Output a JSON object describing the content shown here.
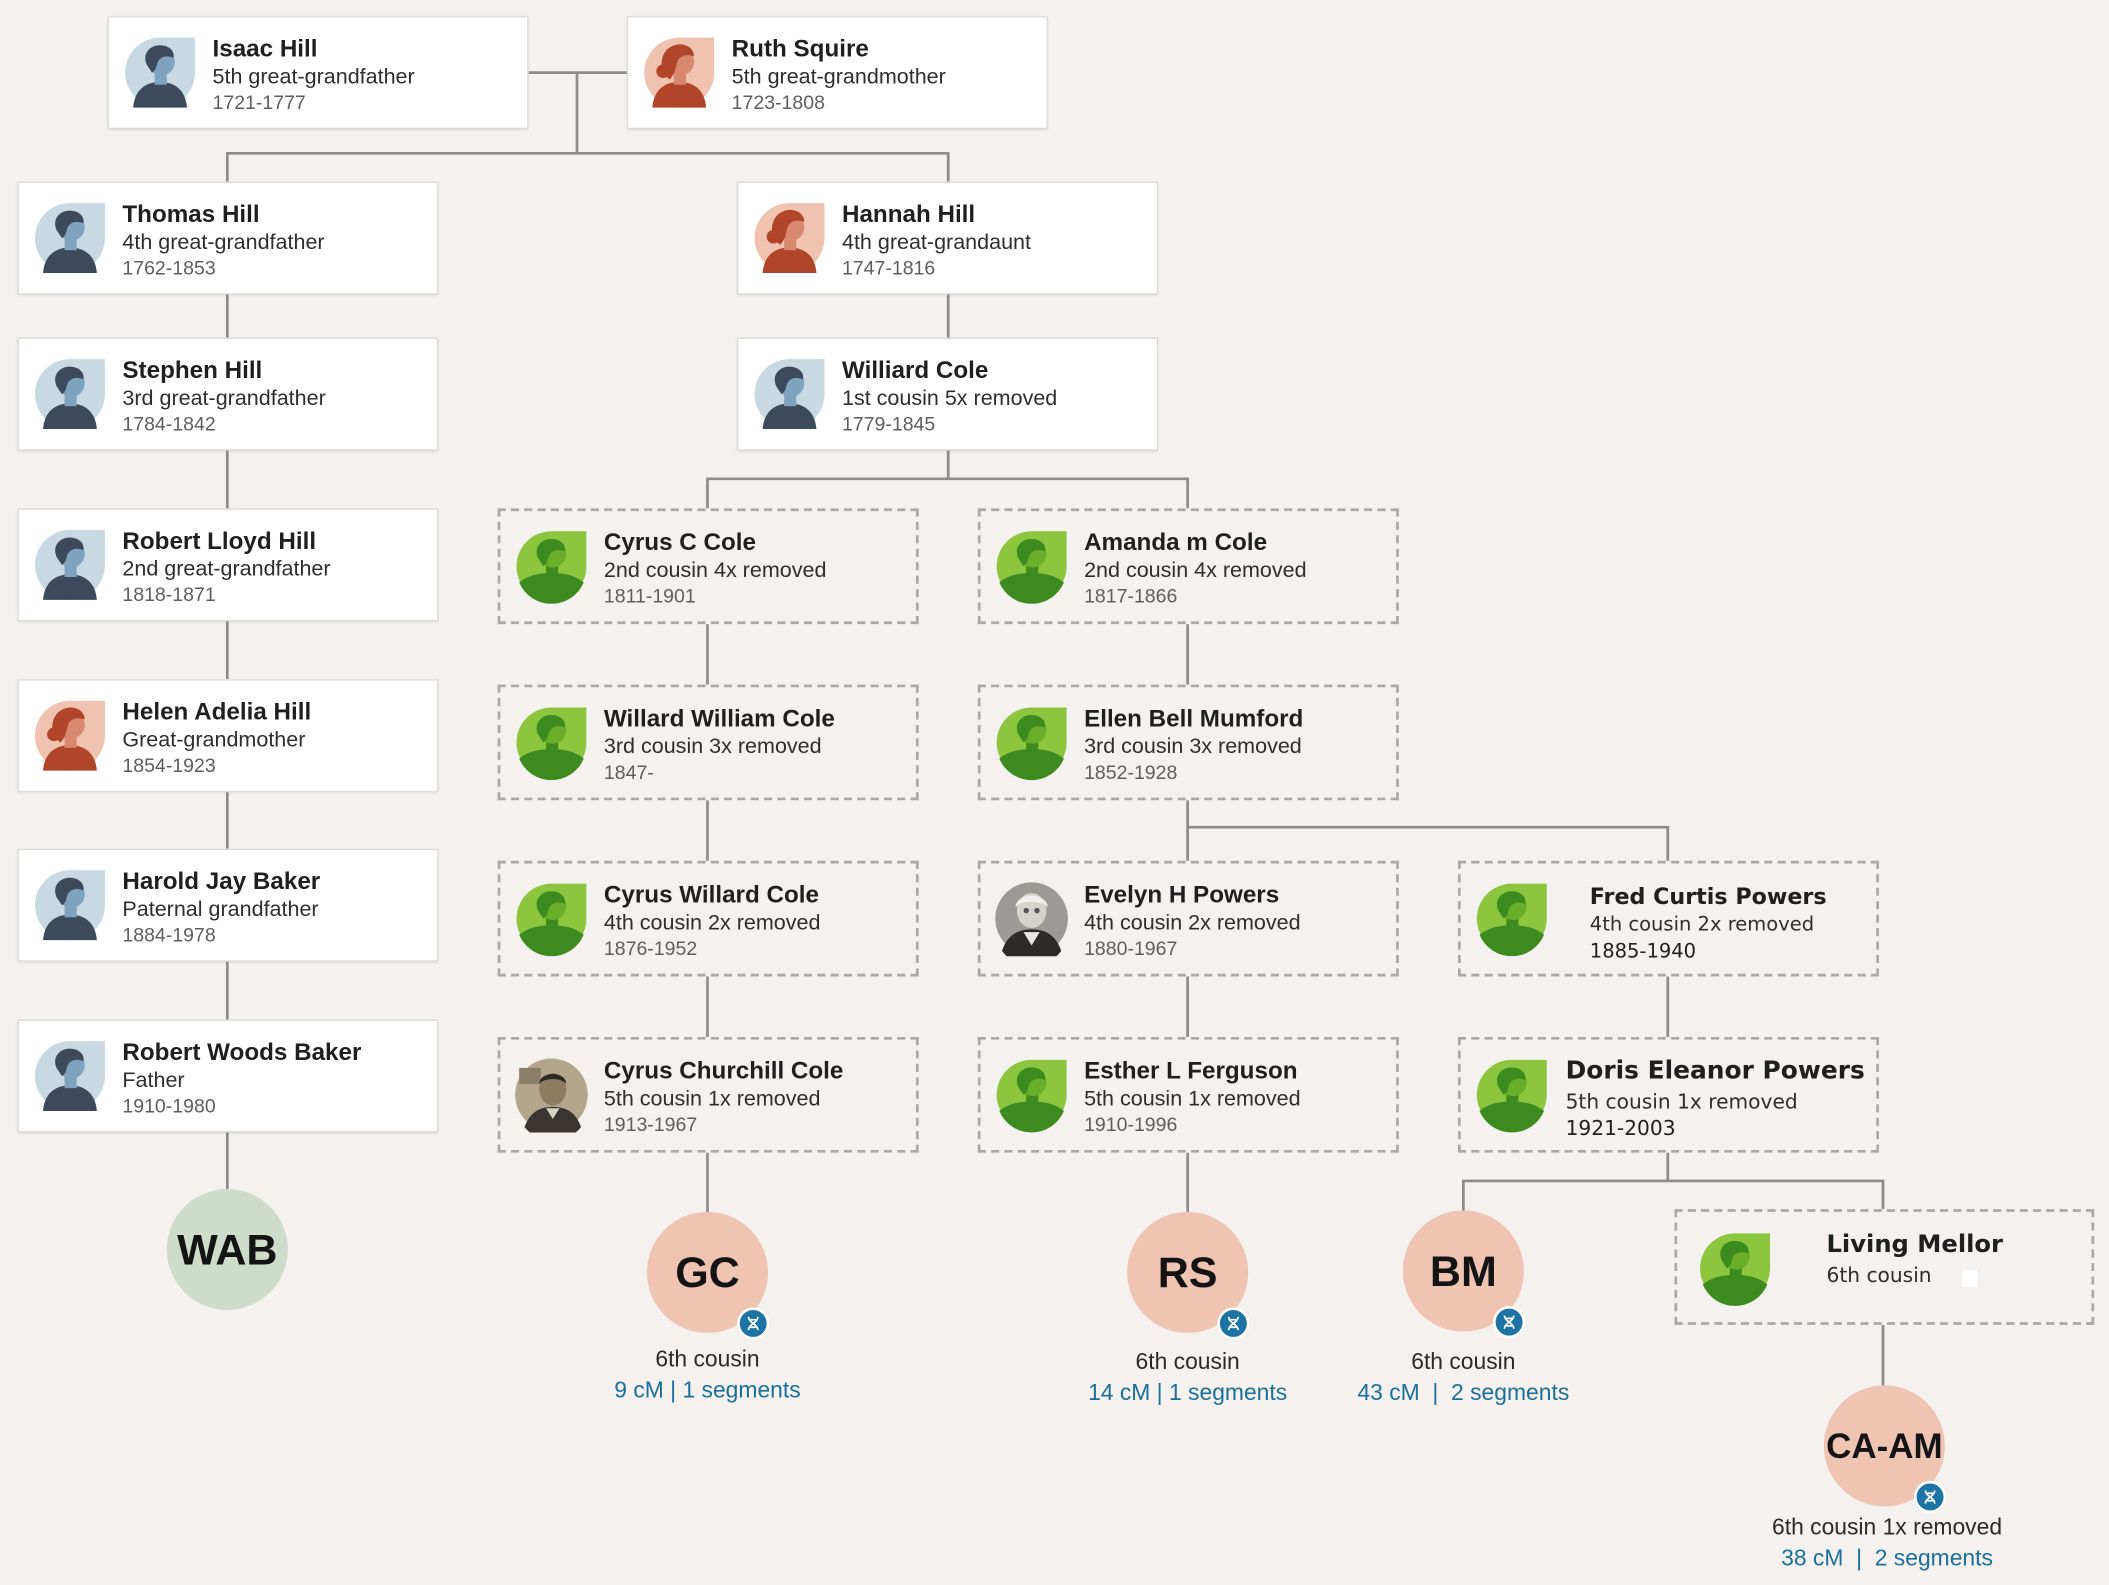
{
  "people": {
    "isaac": {
      "name": "Isaac Hill",
      "relation": "5th great-grandfather",
      "dates": "1721-1777",
      "avatar": "male-silhouette-icon"
    },
    "ruth": {
      "name": "Ruth Squire",
      "relation": "5th great-grandmother",
      "dates": "1723-1808",
      "avatar": "female-silhouette-icon"
    },
    "thomas": {
      "name": "Thomas Hill",
      "relation": "4th great-grandfather",
      "dates": "1762-1853",
      "avatar": "male-silhouette-icon"
    },
    "hannah": {
      "name": "Hannah Hill",
      "relation": "4th great-grandaunt",
      "dates": "1747-1816",
      "avatar": "female-silhouette-icon"
    },
    "stephen": {
      "name": "Stephen Hill",
      "relation": "3rd great-grandfather",
      "dates": "1784-1842",
      "avatar": "male-silhouette-icon"
    },
    "williard": {
      "name": "Williard Cole",
      "relation": "1st cousin 5x removed",
      "dates": "1779-1845",
      "avatar": "male-silhouette-icon"
    },
    "robertlloyd": {
      "name": "Robert Lloyd Hill",
      "relation": "2nd great-grandfather",
      "dates": "1818-1871",
      "avatar": "male-silhouette-icon"
    },
    "cyrusc": {
      "name": "Cyrus C Cole",
      "relation": "2nd cousin 4x removed",
      "dates": "1811-1901",
      "avatar": "leaf-person-icon"
    },
    "amanda": {
      "name": "Amanda m Cole",
      "relation": "2nd cousin 4x removed",
      "dates": "1817-1866",
      "avatar": "leaf-person-icon"
    },
    "helen": {
      "name": "Helen Adelia Hill",
      "relation": "Great-grandmother",
      "dates": "1854-1923",
      "avatar": "female-silhouette-icon"
    },
    "willard": {
      "name": "Willard William Cole",
      "relation": "3rd cousin 3x removed",
      "dates": "1847-",
      "avatar": "leaf-person-icon"
    },
    "ellen": {
      "name": "Ellen Bell Mumford",
      "relation": "3rd cousin 3x removed",
      "dates": "1852-1928",
      "avatar": "leaf-person-icon"
    },
    "harold": {
      "name": "Harold Jay Baker",
      "relation": "Paternal grandfather",
      "dates": "1884-1978",
      "avatar": "male-silhouette-icon"
    },
    "cyruswillard": {
      "name": "Cyrus Willard Cole",
      "relation": "4th cousin 2x removed",
      "dates": "1876-1952",
      "avatar": "leaf-person-icon"
    },
    "evelyn": {
      "name": "Evelyn H Powers",
      "relation": "4th cousin 2x removed",
      "dates": "1880-1967",
      "avatar": "portrait-photo-woman"
    },
    "fred": {
      "name": "Fred Curtis Powers",
      "relation": "4th cousin 2x removed",
      "dates": "1885-1940",
      "avatar": "leaf-person-icon"
    },
    "robertwoods": {
      "name": "Robert Woods Baker",
      "relation": "Father",
      "dates": "1910-1980",
      "avatar": "male-silhouette-icon"
    },
    "cyruschurchill": {
      "name": "Cyrus Churchill Cole",
      "relation": "5th cousin 1x removed",
      "dates": "1913-1967",
      "avatar": "portrait-photo-man"
    },
    "esther": {
      "name": "Esther L Ferguson",
      "relation": "5th cousin 1x removed",
      "dates": "1910-1996",
      "avatar": "leaf-person-icon"
    },
    "doris": {
      "name": "Doris Eleanor Powers",
      "relation": "5th cousin 1x removed",
      "dates": "1921-2003",
      "avatar": "leaf-person-icon"
    },
    "living": {
      "name": "Living Mellor",
      "relation": "6th cousin",
      "avatar": "leaf-person-icon"
    }
  },
  "matches": {
    "wab": {
      "initials": "WAB"
    },
    "gc": {
      "initials": "GC",
      "relation": "6th cousin",
      "shared": "9 cM | 1 segments",
      "badge": "dna-icon"
    },
    "rs": {
      "initials": "RS",
      "relation": "6th cousin",
      "shared": "14 cM | 1 segments",
      "badge": "dna-icon"
    },
    "bm": {
      "initials": "BM",
      "relation": "6th cousin",
      "shared": "43 cM  |  2 segments",
      "badge": "dna-icon"
    },
    "caam": {
      "initials": "CA-AM",
      "relation": "6th cousin 1x removed",
      "shared": "38 cM  |  2 segments",
      "badge": "dna-icon"
    }
  },
  "colors": {
    "background": "#f4f1ee",
    "connector": "#8c8c8c",
    "male_avatar_bg": "#c9d9e3",
    "female_avatar_bg": "#f0c2b0",
    "leaf_avatar": "#8cc63f",
    "match_you": "#cfdccb",
    "match_other": "#efc4b2",
    "dna_badge": "#1d73a3",
    "shared_dna_text": "#1a6f9c"
  }
}
